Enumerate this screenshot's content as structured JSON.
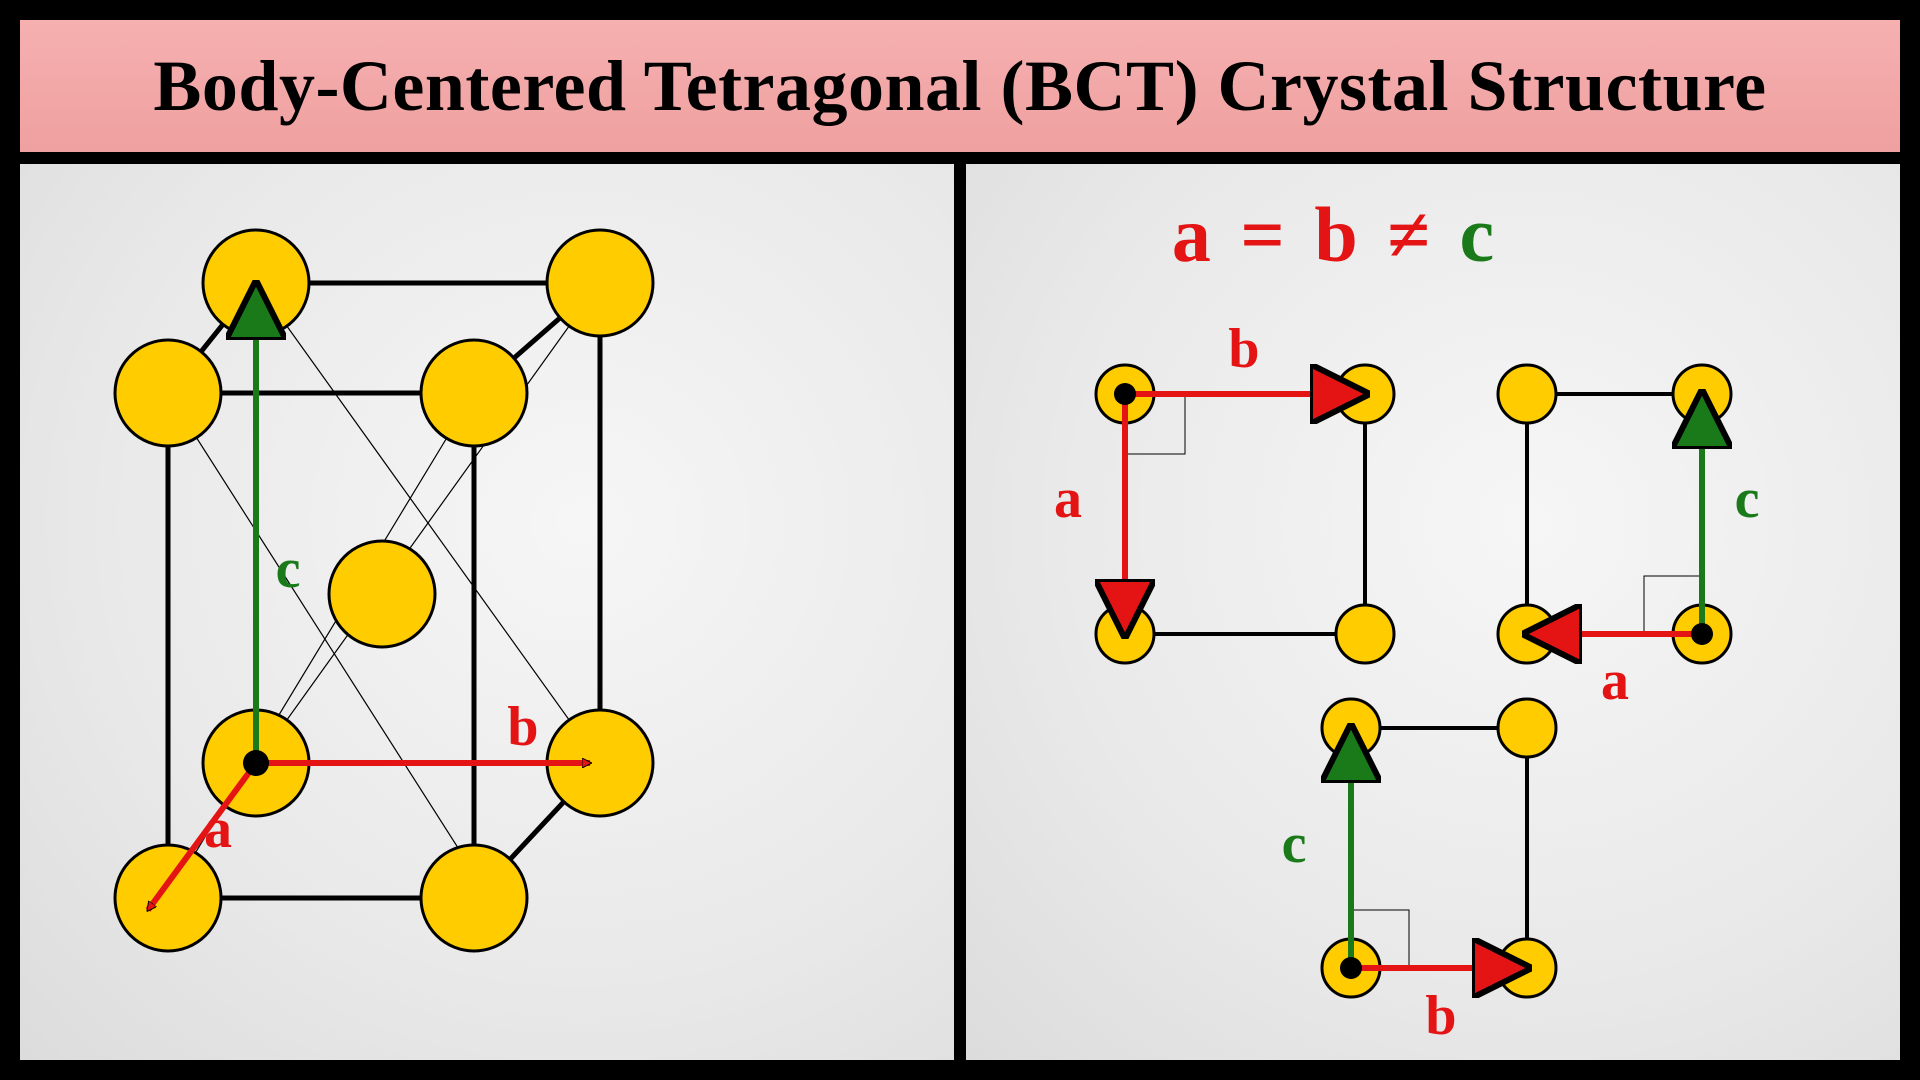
{
  "title": "Body-Centered Tetragonal (BCT) Crystal Structure",
  "colors": {
    "atom": "#ffcc00",
    "edge": "#000000",
    "arrow_ab": "#e41414",
    "arrow_c": "#1a7a1a",
    "title_bg": "#f2a8a8"
  },
  "labels": {
    "a": "a",
    "b": "b",
    "c": "c"
  },
  "relation": {
    "a": "a",
    "eq": "=",
    "b": "b",
    "neq": "≠",
    "c": "c"
  }
}
